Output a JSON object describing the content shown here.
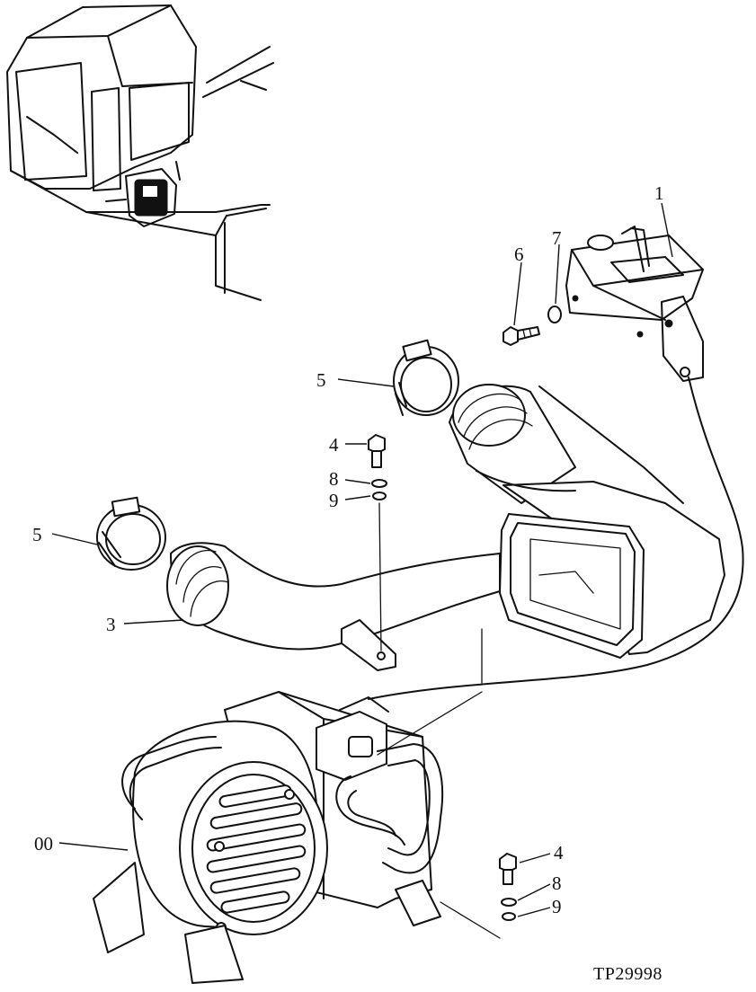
{
  "callouts": {
    "part_1": "1",
    "part_3": "3",
    "part_4_upper": "4",
    "part_4_lower": "4",
    "part_5_upper": "5",
    "part_5_lower": "5",
    "part_6": "6",
    "part_7": "7",
    "part_8_upper": "8",
    "part_8_lower": "8",
    "part_9_upper": "9",
    "part_9_lower": "9",
    "part_00": "00"
  },
  "reference_code": "TP29998"
}
